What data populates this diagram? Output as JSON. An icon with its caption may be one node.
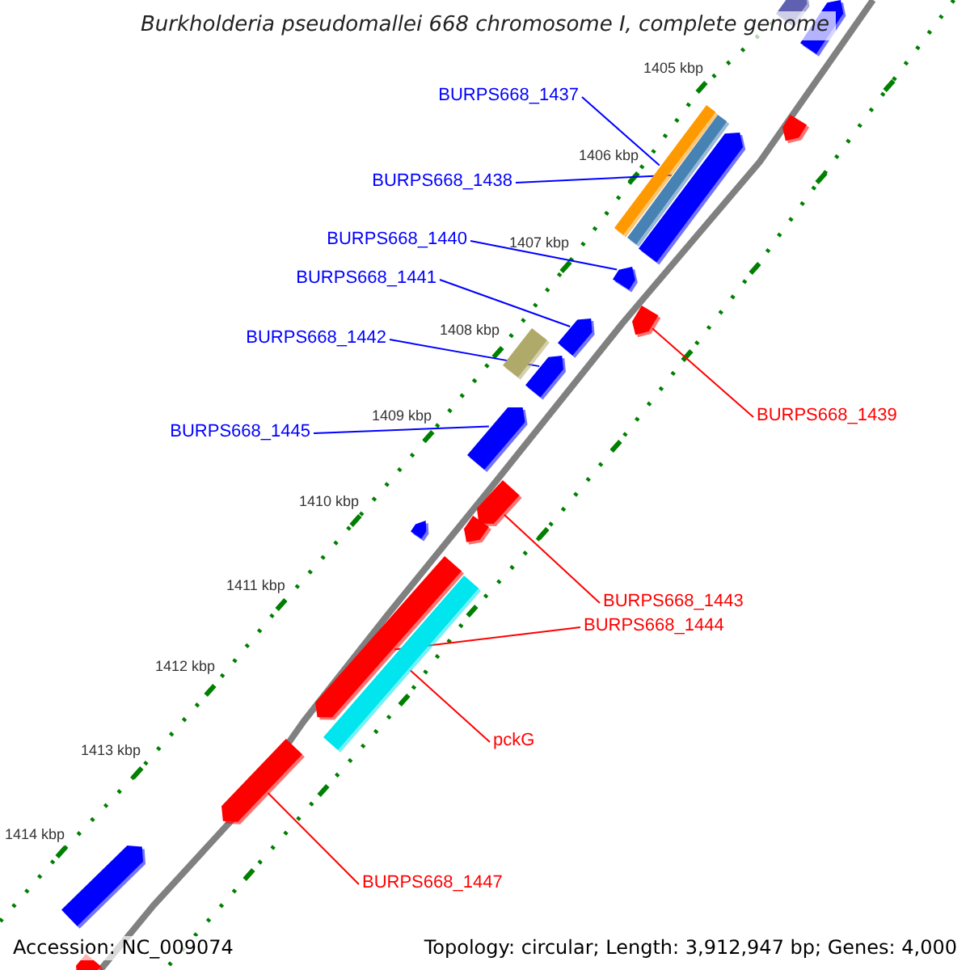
{
  "diagram": {
    "title": "Burkholderia pseudomallei 668 chromosome I, complete genome",
    "nodes": [
      {
        "text": [
          "BURPS668_1437"
        ]
      },
      {
        "text": [
          "BURPS668_1438"
        ]
      },
      {
        "text": [
          "BURPS668_1440"
        ]
      },
      {
        "text": [
          "BURPS668_1441"
        ]
      },
      {
        "text": [
          "BURPS668_1442"
        ]
      },
      {
        "text": [
          "BURPS668_1445"
        ]
      },
      {
        "text": [
          "BURPS668_1439"
        ]
      },
      {
        "text": [
          "BURPS668_1443"
        ]
      },
      {
        "text": [
          "BURPS668_1444"
        ]
      },
      {
        "text": [
          "pckG"
        ]
      },
      {
        "text": [
          "BURPS668_1447"
        ]
      },
      {
        "text": [],
        "shape": "pentagon"
      },
      {
        "text": [],
        "shape": "pentagon"
      },
      {
        "text": [],
        "shape": "bar"
      },
      {
        "text": [],
        "shape": "bar"
      },
      {
        "text": [],
        "shape": "pentagon"
      },
      {
        "text": [],
        "shape": "pentagon"
      },
      {
        "text": [],
        "shape": "pentagon"
      },
      {
        "text": [],
        "shape": "pentagon"
      },
      {
        "text": [],
        "shape": "pentagon"
      },
      {
        "text": [],
        "shape": "bar"
      },
      {
        "text": [],
        "shape": "pentagon"
      },
      {
        "text": [],
        "shape": "pentagon"
      },
      {
        "text": [],
        "shape": "pentagon"
      },
      {
        "text": [],
        "shape": "pentagon"
      },
      {
        "text": [],
        "shape": "pentagon"
      },
      {
        "text": [],
        "shape": "pentagon"
      },
      {
        "text": [],
        "shape": "bar"
      },
      {
        "text": [],
        "shape": "pentagon"
      },
      {
        "text": [],
        "shape": "pentagon"
      },
      {
        "text": [],
        "shape": "pentagon"
      }
    ],
    "edges": [
      {
        "from": 0,
        "to": 13,
        "arrow": "none"
      },
      {
        "from": 1,
        "to": 14,
        "arrow": "none"
      },
      {
        "from": 2,
        "to": 17,
        "arrow": "none"
      },
      {
        "from": 3,
        "to": 18,
        "arrow": "none"
      },
      {
        "from": 4,
        "to": 21,
        "arrow": "none"
      },
      {
        "from": 5,
        "to": 22,
        "arrow": "none"
      },
      {
        "from": 6,
        "to": 19,
        "arrow": "none",
        "color": "#ff0000"
      },
      {
        "from": 7,
        "to": 23,
        "arrow": "none",
        "color": "#ff0000"
      },
      {
        "from": 8,
        "to": 26,
        "arrow": "none",
        "color": "#ff0000"
      },
      {
        "from": 9,
        "to": 27,
        "arrow": "none",
        "color": "#ff0000"
      },
      {
        "from": 10,
        "to": 28,
        "arrow": "none",
        "color": "#ff0000"
      }
    ],
    "labels": [
      "1405 kbp",
      "1406 kbp",
      "1407 kbp",
      "1408 kbp",
      "1409 kbp",
      "1410 kbp",
      "1411 kbp",
      "1412 kbp",
      "1413 kbp",
      "1414 kbp",
      "Accession: NC_009074",
      "Topology: circular; Length: 3,912,947 bp; Genes: 4,000"
    ]
  }
}
